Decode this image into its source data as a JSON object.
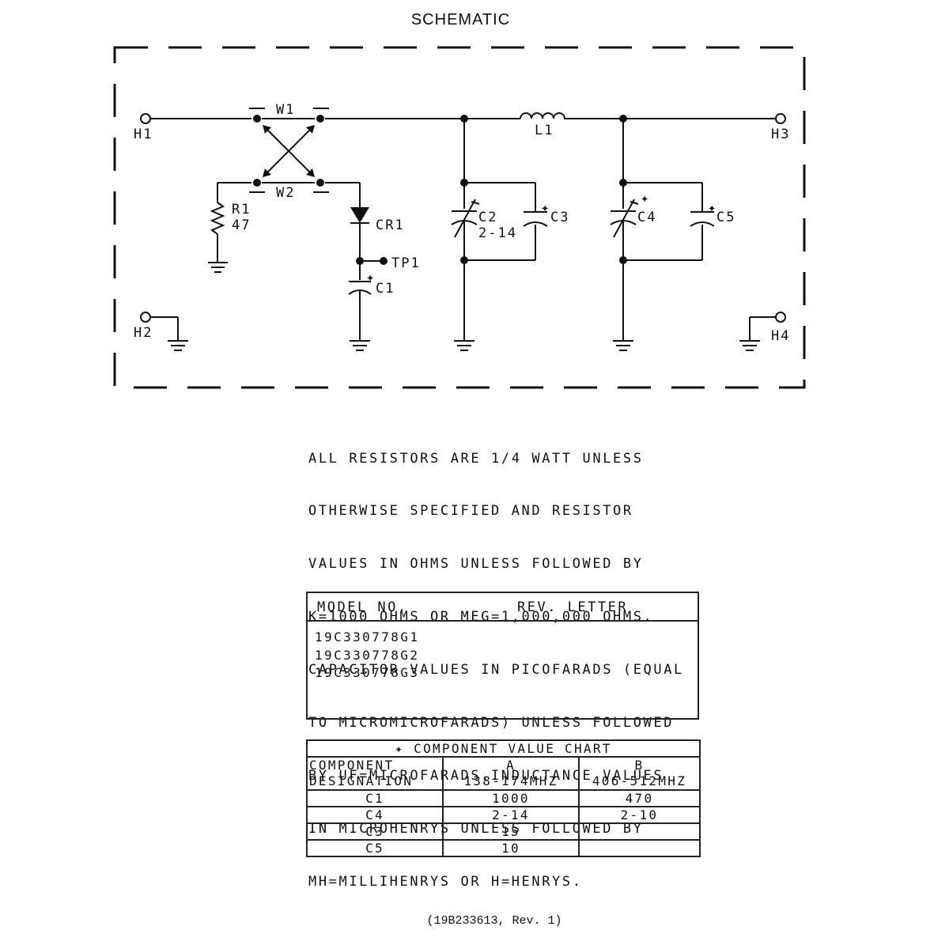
{
  "title": "SCHEMATIC",
  "components": {
    "h1": "H1",
    "h2": "H2",
    "h3": "H3",
    "h4": "H4",
    "w1": "W1",
    "w2": "W2",
    "l1": "L1",
    "r1": "R1",
    "r1_value": "47",
    "cr1": "CR1",
    "tp1": "TP1",
    "c1": "C1",
    "c2": "C2",
    "c2_value": "2-14",
    "c3": "C3",
    "c4": "C4",
    "c5": "C5"
  },
  "notes": [
    "ALL RESISTORS ARE 1/4 WATT UNLESS",
    "OTHERWISE SPECIFIED AND RESISTOR",
    "VALUES IN OHMS UNLESS FOLLOWED BY",
    "K=1000 OHMS OR MEG=1,000,000 OHMS.",
    "CAPACITOR VALUES IN PICOFARADS (EQUAL",
    "TO MICROMICROFARADS) UNLESS FOLLOWED",
    "BY UF=MICROFARADS.INDUCTANCE VALUES",
    "IN MICROHENRYS UNLESS FOLLOWED BY",
    "MH=MILLIHENRYS OR H=HENRYS."
  ],
  "model_table": {
    "col_model": "MODEL NO.",
    "col_rev": "REV. LETTER",
    "rows": [
      "19C330778G1",
      "19C330778G2",
      "19C330778G3"
    ]
  },
  "component_chart": {
    "title": "✦ COMPONENT VALUE CHART",
    "header": {
      "col1_line1": "COMPONENT",
      "col1_line2": "DESIGNATION",
      "col2_line1": "A",
      "col2_line2": "138-174MHZ",
      "col3_line1": "B",
      "col3_line2": "406-512MHZ"
    },
    "rows": [
      {
        "component": "C1",
        "a": "1000",
        "b": "470"
      },
      {
        "component": "C4",
        "a": "2-14",
        "b": "2-10"
      },
      {
        "component": "C3",
        "a": "15",
        "b": ""
      },
      {
        "component": "C5",
        "a": "10",
        "b": ""
      }
    ]
  },
  "footer": "(19B233613, Rev. 1)"
}
